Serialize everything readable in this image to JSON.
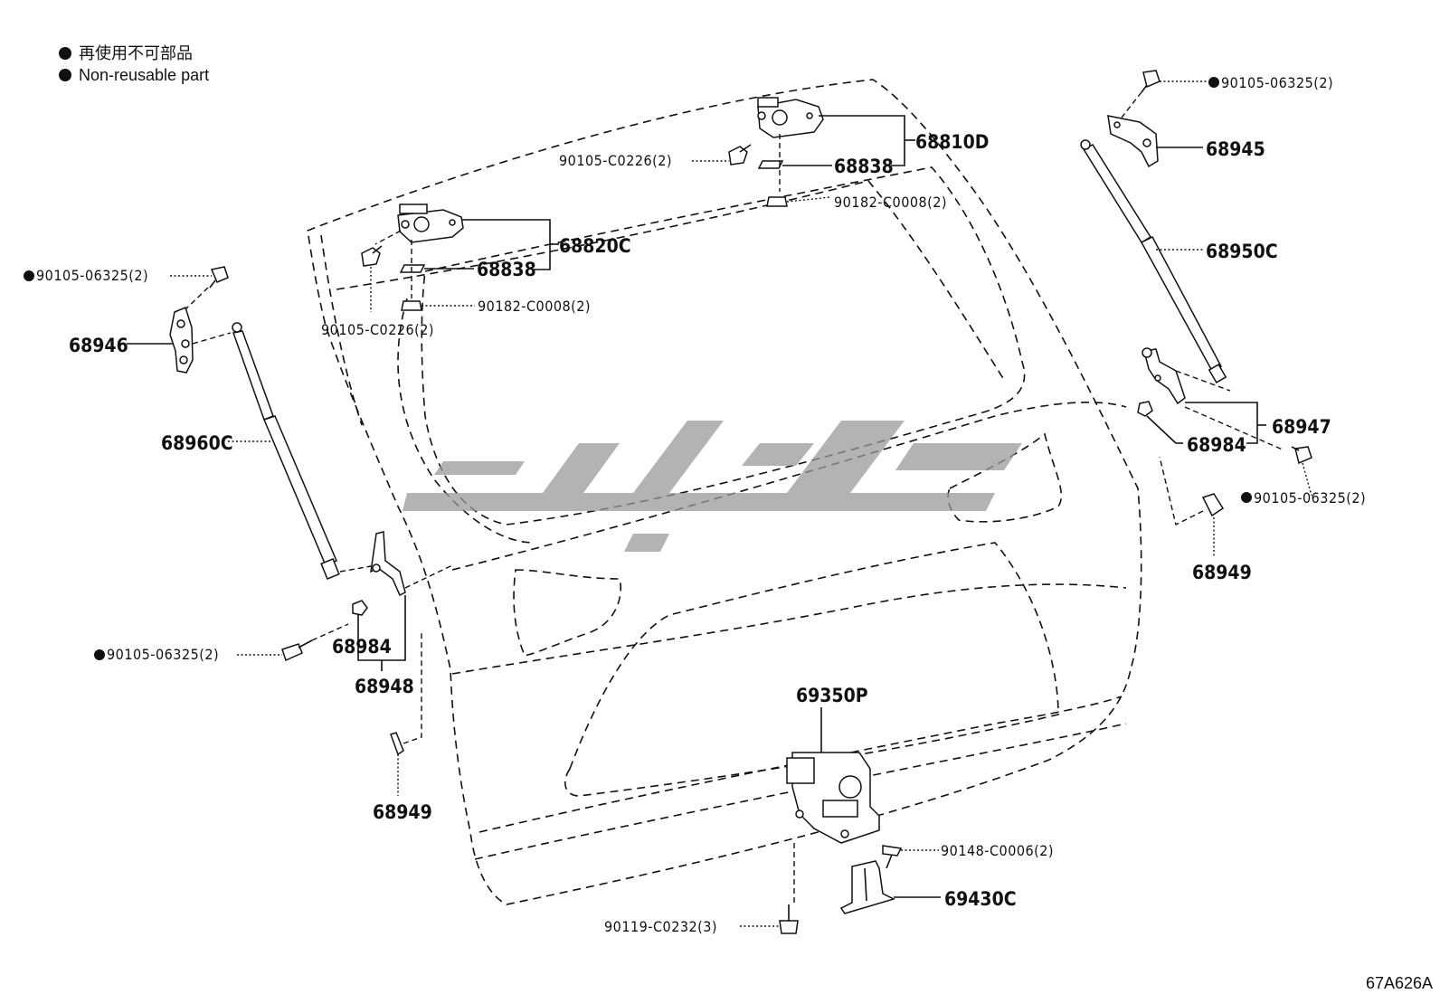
{
  "legend": {
    "line1": "再使用不可部品",
    "line2": "Non-reusable part"
  },
  "image_code": "67A626A",
  "parts": {
    "p68810D": "68810D",
    "p68838_top": "68838",
    "p90105_C0226_top": "90105-C0226(2)",
    "p90182_C0008_top": "90182-C0008(2)",
    "p68820C": "68820C",
    "p68838_left": "68838",
    "p90182_C0008_left": "90182-C0008(2)",
    "p90105_C0226_left": "90105-C0226(2)",
    "p90105_06325_tl": "90105-06325(2)",
    "p68946": "68946",
    "p68960C": "68960C",
    "p90105_06325_bl": "90105-06325(2)",
    "p68984_left": "68984",
    "p68948": "68948",
    "p68949_left": "68949",
    "p90105_06325_tr": "90105-06325(2)",
    "p68945": "68945",
    "p68950C": "68950C",
    "p68947": "68947",
    "p68984_right": "68984",
    "p90105_06325_mr": "90105-06325(2)",
    "p68949_right": "68949",
    "p69350P": "69350P",
    "p90148_C0006": "90148-C0006(2)",
    "p69430C": "69430C",
    "p90119_C0232": "90119-C0232(3)"
  }
}
